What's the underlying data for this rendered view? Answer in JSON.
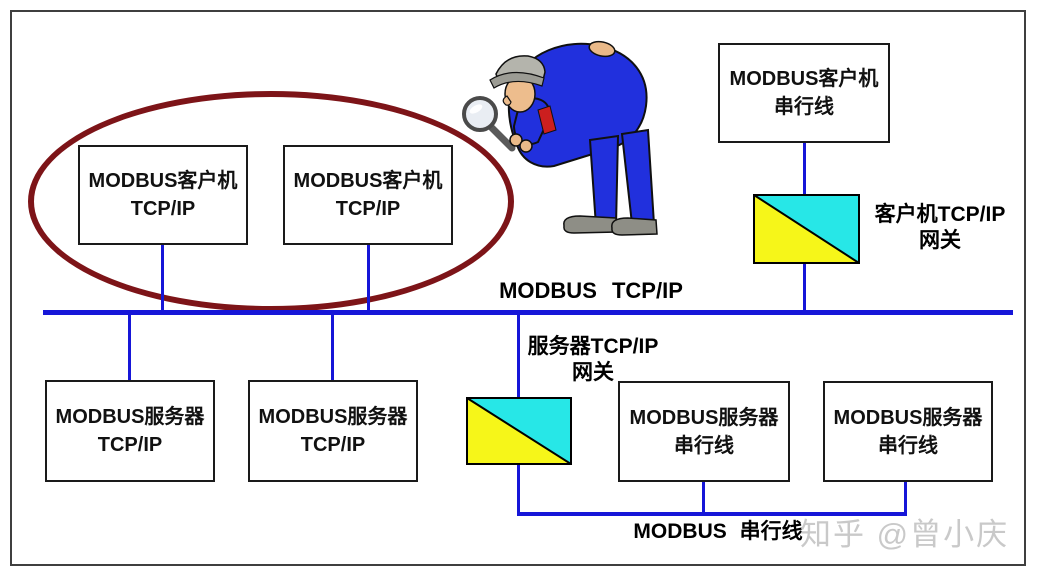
{
  "diagram": {
    "bus_label": "MODBUS TCP/IP",
    "serial_bus_label": "MODBUS 串行线",
    "boxes": {
      "client_tcp_1": {
        "line1": "MODBUS客户机",
        "line2": "TCP/IP"
      },
      "client_tcp_2": {
        "line1": "MODBUS客户机",
        "line2": "TCP/IP"
      },
      "client_serial": {
        "line1": "MODBUS客户机",
        "line2": "串行线"
      },
      "server_tcp_1": {
        "line1": "MODBUS服务器",
        "line2": "TCP/IP"
      },
      "server_tcp_2": {
        "line1": "MODBUS服务器",
        "line2": "TCP/IP"
      },
      "server_serial_1": {
        "line1": "MODBUS服务器",
        "line2": "串行线"
      },
      "server_serial_2": {
        "line1": "MODBUS服务器",
        "line2": "串行线"
      }
    },
    "gateway_labels": {
      "client": {
        "line1": "客户机TCP/IP",
        "line2": "网关"
      },
      "server": {
        "line1": "服务器TCP/IP",
        "line2": "网关"
      }
    },
    "illustration": "detective-with-magnifying-glass",
    "colors": {
      "line_blue": "#1616d8",
      "ellipse_red": "#7d1418",
      "gateway_cyan": "#27e7e7",
      "gateway_yellow": "#f6f619",
      "box_border_black": "#1a1a1a",
      "watermark_gray": "#c9c9c9"
    }
  },
  "watermark": {
    "text": "知乎 @曾小庆"
  }
}
